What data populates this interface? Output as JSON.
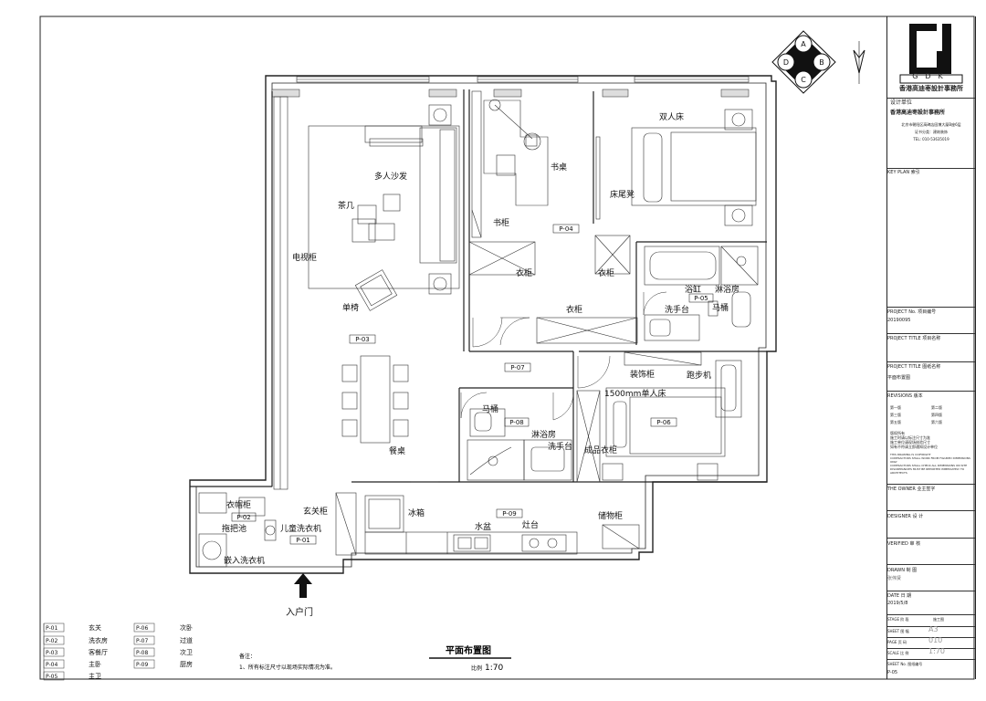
{
  "drawing": {
    "title": "平面布置图",
    "scale_label": "比例",
    "scale": "1:70",
    "entrance": "入户门",
    "notes_title": "备注：",
    "notes_text": "1、所有标注尺寸以现场实际情况为准。"
  },
  "compass": {
    "letters": [
      "A",
      "B",
      "C",
      "D"
    ]
  },
  "rooms": [
    {
      "code": "P-01",
      "name": "玄关"
    },
    {
      "code": "P-02",
      "name": "洗衣房"
    },
    {
      "code": "P-03",
      "name": "客餐厅"
    },
    {
      "code": "P-04",
      "name": "主卧"
    },
    {
      "code": "P-05",
      "name": "主卫"
    },
    {
      "code": "P-06",
      "name": "次卧"
    },
    {
      "code": "P-07",
      "name": "过道"
    },
    {
      "code": "P-08",
      "name": "次卫"
    },
    {
      "code": "P-09",
      "name": "厨房"
    }
  ],
  "plan_labels": {
    "sofa": "多人沙发",
    "tea_table": "茶几",
    "tv_cabinet": "电视柜",
    "armchair": "单椅",
    "dining_table": "餐桌",
    "desk": "书桌",
    "bookcase": "书柜",
    "wardrobe": "衣柜",
    "wardrobe_2": "衣柜",
    "wardrobe_3": "衣柜",
    "double_bed": "双人床",
    "bed_bench": "床尾凳",
    "bathtub": "浴缸",
    "shower_room": "淋浴房",
    "wash_basin": "洗手台",
    "toilet": "马桶",
    "decor_cabinet": "装饰柜",
    "treadmill": "跑步机",
    "single_bed": "1500mm单人床",
    "fitted_wardrobe": "成品衣柜",
    "toilet_2": "马桶",
    "shower_room_2": "淋浴房",
    "wash_basin_2": "洗手台",
    "fridge": "冰箱",
    "sink": "水盆",
    "stove": "灶台",
    "storage": "储物柜",
    "shoe_cabinet": "玄关柜",
    "coat_cabinet": "衣帽柜",
    "mop_pool": "拖把池",
    "kids_washer": "儿童洗衣机",
    "builtin_washer": "嵌入洗衣机"
  },
  "title_block": {
    "logo_text": "GDK",
    "company": "香港高迪枣設計事務所",
    "design_unit_label": "设计单位",
    "design_unit": "香港高迪枣設計事務所",
    "address": "北京市朝阳区高碑店园博大厦B座6层",
    "cert": "证书分类：建筑装饰",
    "tel": "TEL: 010-53635019",
    "key_plan_label": "KEY PLAN 索引",
    "project_no_label": "PROJECT No. 项目编号",
    "project_no": "20190095",
    "project_title_label": "PROJECT TITLE 项目名称",
    "project_title": "",
    "project_title2_label": "PROJECT TITLE 图纸名称",
    "project_title2": "平面布置图",
    "revisions_label": "REVISIONS 版本",
    "rev_rows": [
      [
        "第一版",
        "第二版"
      ],
      [
        "第三版",
        "第四版"
      ],
      [
        "第五版",
        "第六版"
      ]
    ],
    "copyright_cn": "版权所有\n施工时请以标注尺寸为准\n施工单位请现场核验尺寸\n如有不符请立即通知设计单位",
    "copyright_en": "THIS DRAWING IS COPYRIGHT\nCONTRACTORS SHALL WORK FROM FIGURED DIMENSIONS ONLY\nCONTRACTORS SHALL CHECK ALL DIMENSIONS ON SITE\nDISCREPANCIES MUST BE REPORTED IMMEDIATELY TO ARCHITECTS",
    "owner_label": "THE OWNER 业主签字",
    "designer_label": "DESIGNER 设 计",
    "verified_label": "VERIFIED 审 核",
    "drawn_label": "DRAWN 制 图",
    "drawn_by": "张伟贤",
    "date_label": "DATE 日 期",
    "date": "2019/5/8",
    "stage_label": "STAGE 阶 段",
    "stage": "施工图",
    "sheet_label": "SHEET 图 幅",
    "sheet": "A3",
    "page_label": "PAGE 页 码",
    "page": "010",
    "scale_label": "SCALE 比 例",
    "scale": "1:70",
    "sheet_no_label": "SHEET No. 图纸编号",
    "sheet_no": "P-05"
  }
}
